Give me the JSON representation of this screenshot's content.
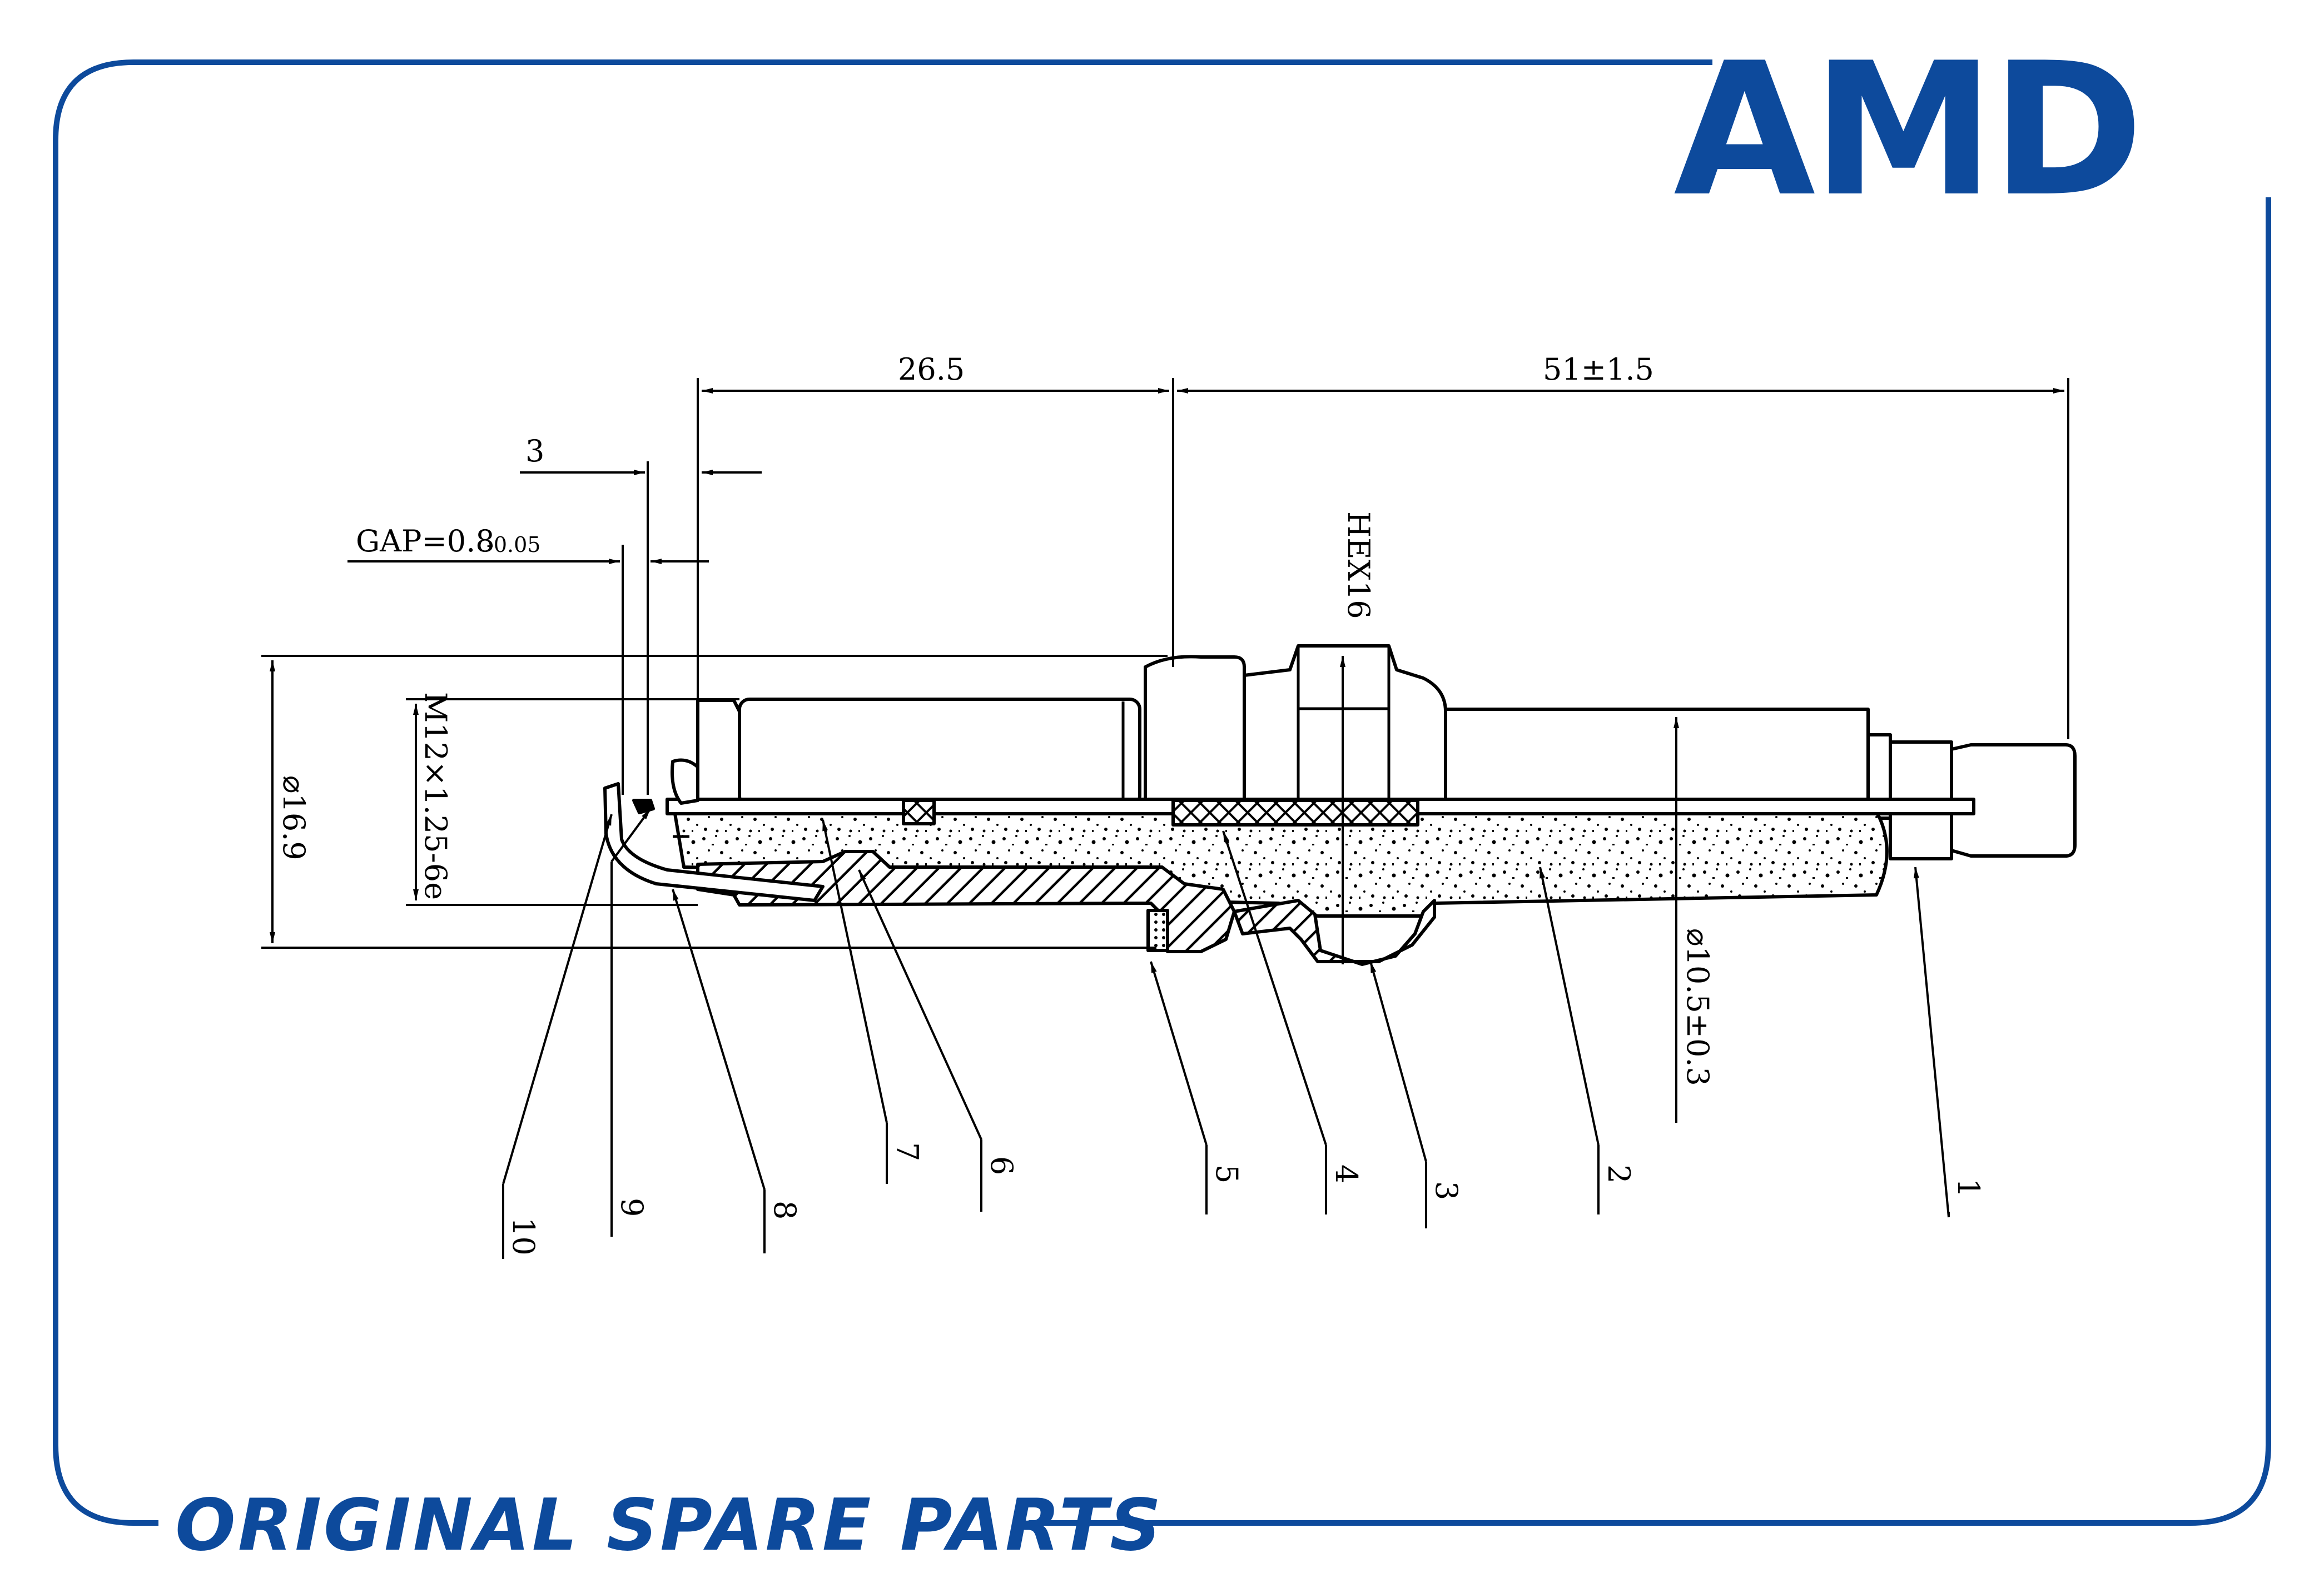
{
  "brand": {
    "logo": "AMD",
    "tagline": "ORIGINAL SPARE PARTS",
    "color": "#0d4a9c"
  },
  "dimensions": {
    "overall_top": "26.5",
    "terminal_length": "51±1.5",
    "tip_offset": "3",
    "gap_label": "GAP=0.8",
    "gap_tolerance": "-0.05",
    "hex": "HEX16",
    "thread": "M12×1.25-6e",
    "outer_diameter": "⌀16.9",
    "insulator_diameter": "⌀10.5±0.3"
  },
  "callouts": [
    "1",
    "2",
    "3",
    "4",
    "5",
    "6",
    "7",
    "8",
    "9",
    "10"
  ]
}
